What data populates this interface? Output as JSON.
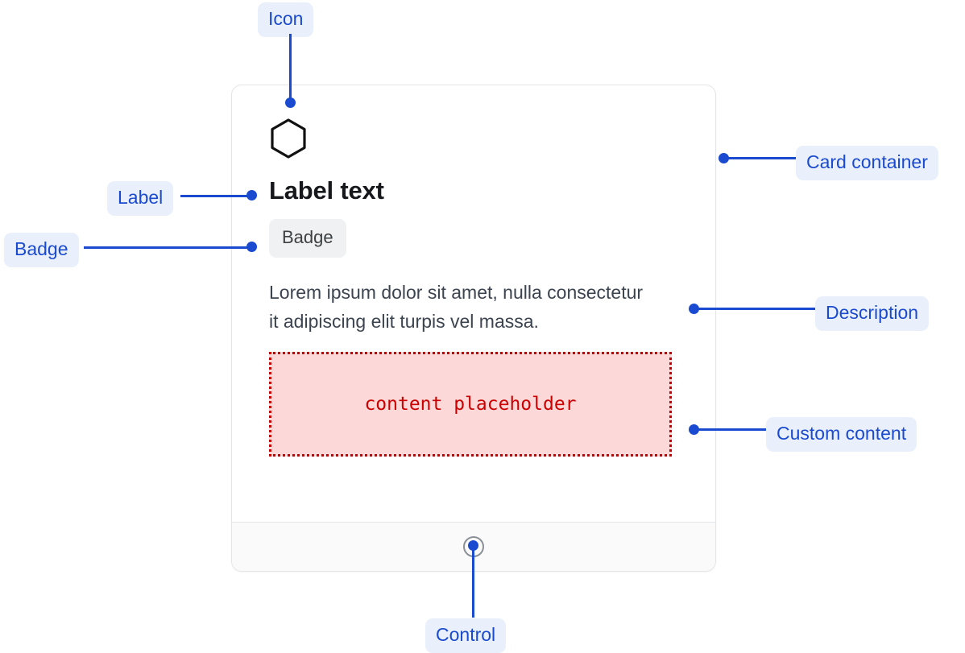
{
  "card": {
    "icon": {
      "name": "hexagon-icon"
    },
    "label_text": "Label text",
    "badge": "Badge",
    "description": "Lorem ipsum dolor sit amet, nulla consectetur it adipiscing elit turpis vel massa.",
    "content_placeholder": "content placeholder",
    "footer": {
      "control_name": "circle-control"
    }
  },
  "annotations": {
    "icon": "Icon",
    "card_container": "Card container",
    "label": "Label",
    "badge": "Badge",
    "description": "Description",
    "custom_content": "Custom content",
    "control": "Control"
  },
  "colors": {
    "annotation_text": "#1a4ad0",
    "annotation_bg": "#eaf0fb",
    "card_border": "#e4e5e7",
    "badge_bg": "#f0f1f3",
    "placeholder_bg": "#fcd8d8",
    "placeholder_border": "#c40000",
    "placeholder_text": "#cc0000",
    "footer_bg": "#fafafa"
  }
}
